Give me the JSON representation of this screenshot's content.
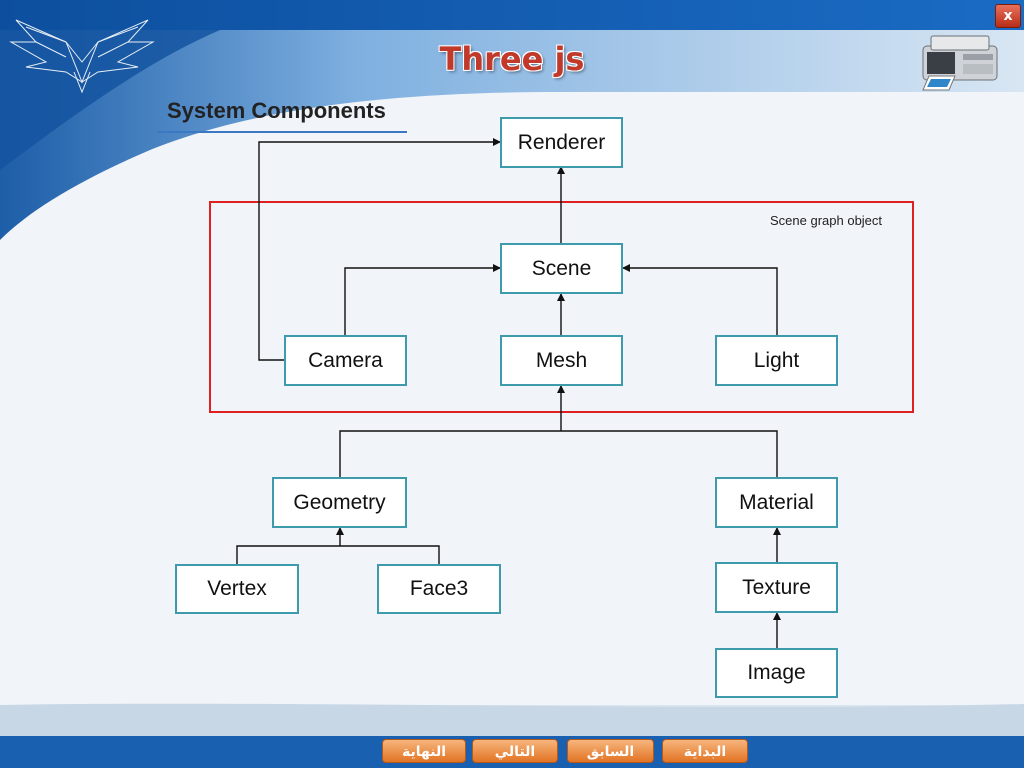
{
  "slide": {
    "title": "Three js",
    "section": "System Components",
    "close_label": "x"
  },
  "diagram": {
    "frame_label": "Scene graph object",
    "nodes": {
      "renderer": "Renderer",
      "scene": "Scene",
      "camera": "Camera",
      "mesh": "Mesh",
      "light": "Light",
      "geometry": "Geometry",
      "material": "Material",
      "vertex": "Vertex",
      "face3": "Face3",
      "texture": "Texture",
      "image": "Image"
    }
  },
  "nav": {
    "end": "النهاية",
    "next": "التالي",
    "prev": "السابق",
    "start": "البداية"
  },
  "colors": {
    "title": "#c0392b",
    "box_border": "#3e9bab",
    "frame_border": "#e02020",
    "nav_button": "#e27424"
  },
  "icons": [
    "eagle-logo-icon",
    "printer-icon",
    "close-icon"
  ]
}
